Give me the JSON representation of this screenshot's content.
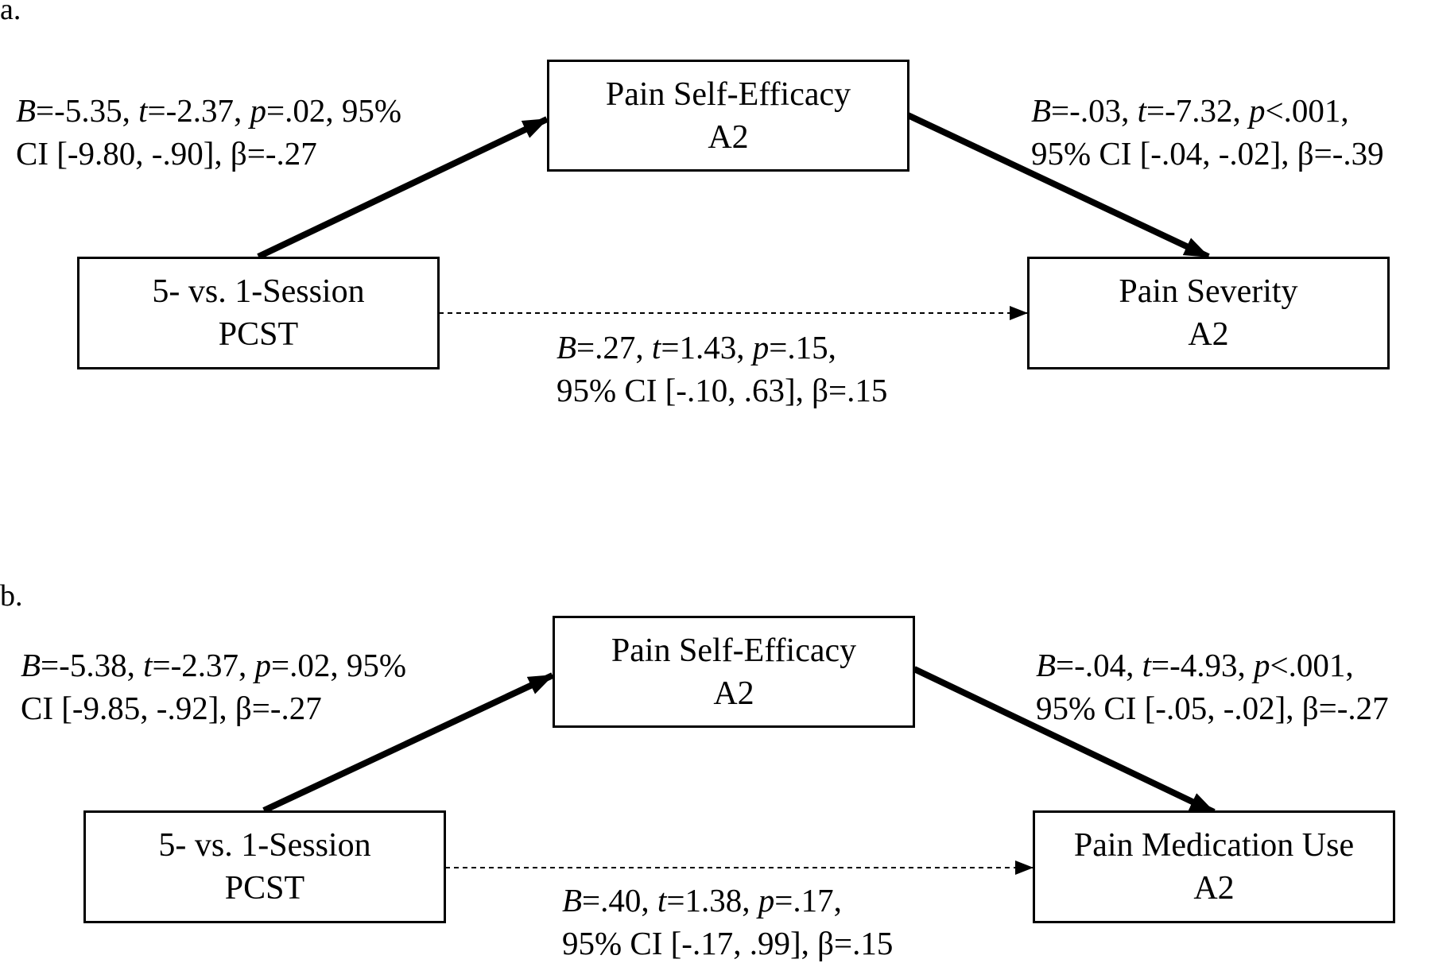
{
  "panels": [
    {
      "label": "a.",
      "mediator": {
        "line1": "Pain Self-Efficacy",
        "line2": "A2"
      },
      "predictor": {
        "line1": "5- vs. 1-Session",
        "line2": "PCST"
      },
      "outcome": {
        "line1": "Pain Severity",
        "line2": "A2"
      },
      "path_a": {
        "B_sym": "B",
        "B_val": "=-5.35, ",
        "t_sym": "t",
        "t_val": "=-2.37, ",
        "p_sym": "p",
        "p_val": "=.02, 95%",
        "line2": "CI [-9.80, -.90], β=-.27"
      },
      "path_b": {
        "B_sym": "B",
        "B_val": "=-.03, ",
        "t_sym": "t",
        "t_val": "=-7.32, ",
        "p_sym": "p",
        "p_val": "<.001,",
        "line2": "95% CI [-.04, -.02], β=-.39"
      },
      "path_c": {
        "B_sym": "B",
        "B_val": "=.27, ",
        "t_sym": "t",
        "t_val": "=1.43, ",
        "p_sym": "p",
        "p_val": "=.15,",
        "line2": "95% CI [-.10, .63], β=.15"
      }
    },
    {
      "label": "b.",
      "mediator": {
        "line1": "Pain Self-Efficacy",
        "line2": "A2"
      },
      "predictor": {
        "line1": "5- vs. 1-Session",
        "line2": "PCST"
      },
      "outcome": {
        "line1": "Pain Medication Use",
        "line2": "A2"
      },
      "path_a": {
        "B_sym": "B",
        "B_val": "=-5.38, ",
        "t_sym": "t",
        "t_val": "=-2.37, ",
        "p_sym": "p",
        "p_val": "=.02, 95%",
        "line2": "CI [-9.85, -.92], β=-.27"
      },
      "path_b": {
        "B_sym": "B",
        "B_val": "=-.04, ",
        "t_sym": "t",
        "t_val": "=-4.93, ",
        "p_sym": "p",
        "p_val": "<.001,",
        "line2": "95% CI [-.05, -.02], β=-.27"
      },
      "path_c": {
        "B_sym": "B",
        "B_val": "=.40, ",
        "t_sym": "t",
        "t_val": "=1.38, ",
        "p_sym": "p",
        "p_val": "=.17,",
        "line2": "95% CI [-.17, .99], β=.15"
      }
    }
  ]
}
